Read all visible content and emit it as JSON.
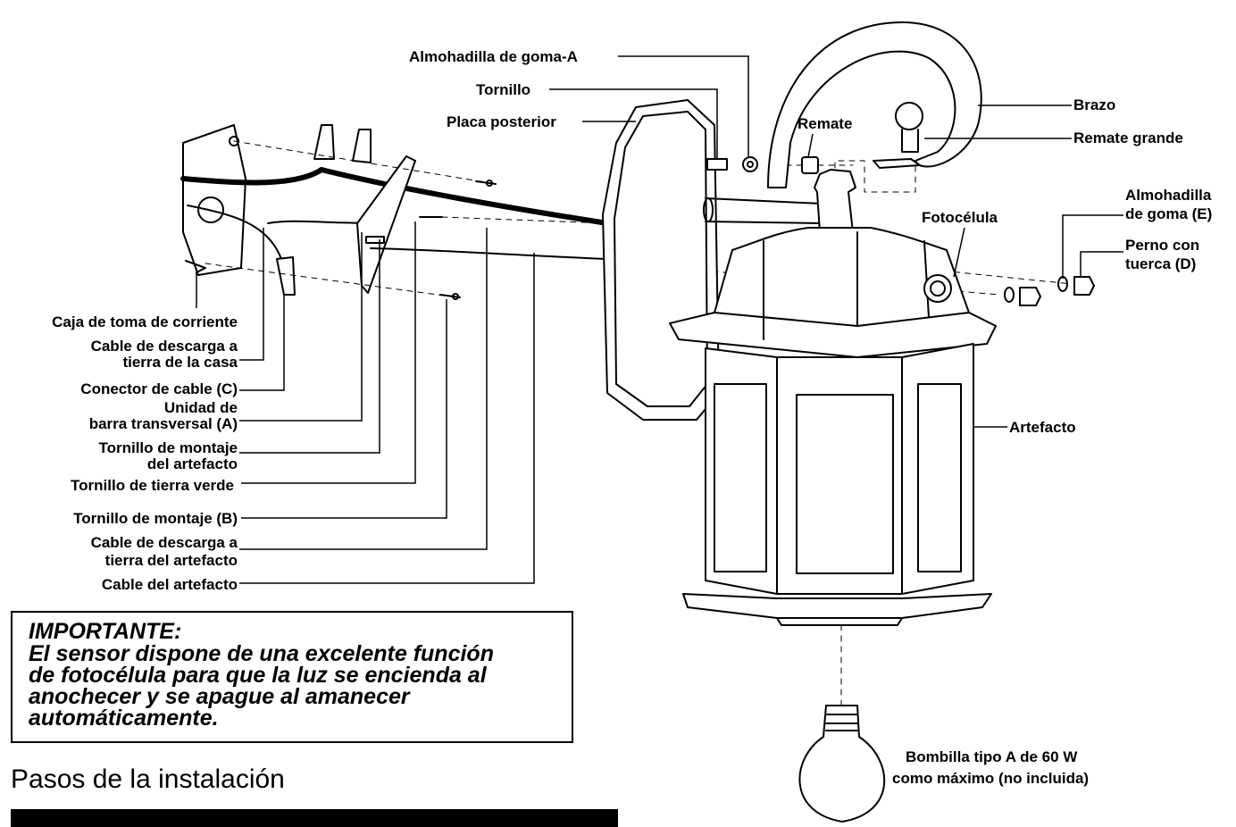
{
  "labels": {
    "almohadilla_a": "Almohadilla de goma-A",
    "tornillo": "Tornillo",
    "placa": "Placa posterior",
    "remate": "Remate",
    "brazo": "Brazo",
    "remate_grande": "Remate grande",
    "almohadilla_e_1": "Almohadilla",
    "almohadilla_e_2": "de goma (E)",
    "fotocelula": "Fotocélula",
    "perno_1": "Perno con",
    "perno_2": "tuerca (D)",
    "caja": "Caja de toma de corriente",
    "cable_casa_1": "Cable de descarga a",
    "cable_casa_2": "tierra de la casa",
    "conector": "Conector de cable (C)",
    "unidad_1": "Unidad de",
    "unidad_2": "barra transversal (A)",
    "tornillo_montaje_art_1": "Tornillo de montaje",
    "tornillo_montaje_art_2": "del artefacto",
    "tornillo_tierra": "Tornillo de tierra verde",
    "tornillo_montaje_b": "Tornillo de montaje (B)",
    "cable_art_1": "Cable de descarga a",
    "cable_art_2": "tierra del artefacto",
    "cable_artefacto": "Cable del artefacto",
    "artefacto": "Artefacto",
    "bombilla_1": "Bombilla tipo A de 60 W",
    "bombilla_2": "como máximo (no incluida)"
  },
  "notice": {
    "title": "IMPORTANTE:",
    "line1": "El sensor dispone de una excelente función",
    "line2": "de fotocélula para que la luz se encienda al",
    "line3": "anochecer y se apague al amanecer",
    "line4": "automáticamente."
  },
  "section": {
    "title": "Pasos de la instalación"
  }
}
